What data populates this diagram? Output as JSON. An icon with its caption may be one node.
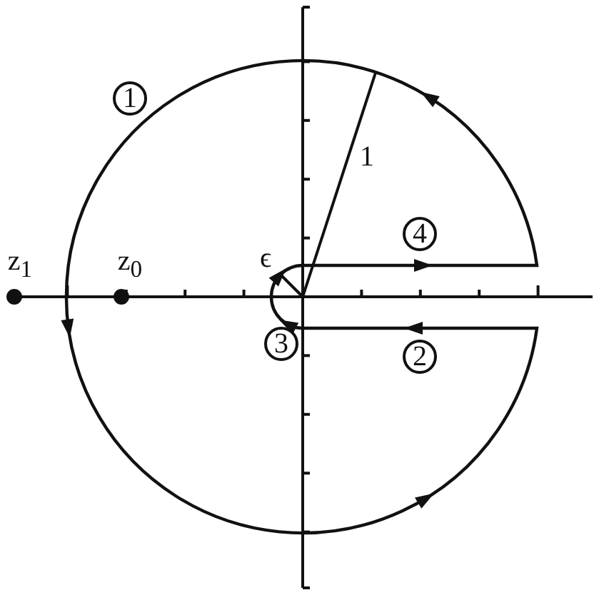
{
  "diagram": {
    "labels": [
      "1",
      "1",
      "4",
      "ϵ",
      "z$_{1}$",
      "z$_{0}$",
      "3",
      "2"
    ]
  }
}
